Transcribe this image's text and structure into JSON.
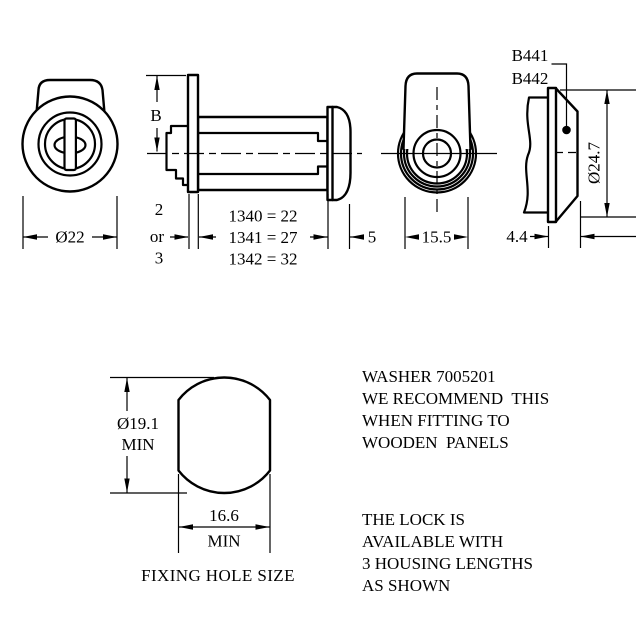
{
  "front_view": {
    "diameter": "Ø22"
  },
  "side_view": {
    "height_label": "B",
    "flange_thickness": [
      "2",
      "or",
      "3"
    ],
    "housing_lengths": [
      "1340 = 22",
      "1341 = 27",
      "1342 = 32"
    ],
    "head_depth": "5"
  },
  "back_view": {
    "width": "15.5"
  },
  "washer_view": {
    "part_numbers": [
      "B441",
      "B442"
    ],
    "thickness": "4.4",
    "diameter": "Ø24.7"
  },
  "fixing_hole_view": {
    "height_diameter": "Ø19.1",
    "height_min": "MIN",
    "width": "16.6",
    "width_min": "MIN",
    "caption": "FIXING HOLE SIZE"
  },
  "notes": {
    "washer_note_lines": [
      "WASHER 7005201",
      "WE RECOMMEND  THIS",
      "WHEN FITTING TO",
      "WOODEN  PANELS"
    ],
    "availability_note_lines": [
      "THE LOCK IS",
      "AVAILABLE WITH",
      "3 HOUSING LENGTHS",
      "AS SHOWN"
    ]
  }
}
